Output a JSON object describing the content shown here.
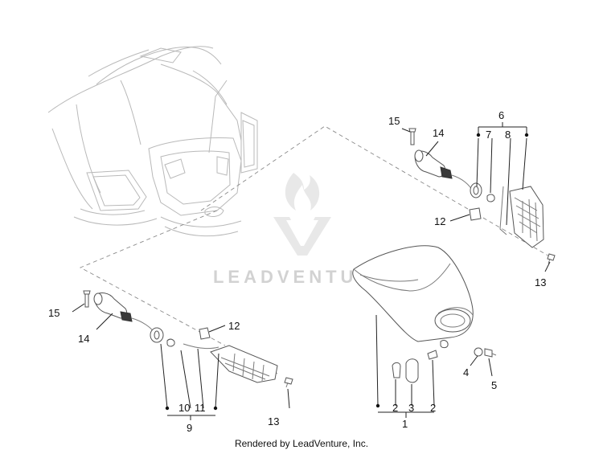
{
  "watermark": {
    "brand": "LEADVENTURE"
  },
  "footer": {
    "credit": "Rendered by LeadVenture, Inc."
  },
  "callouts": {
    "c1": "1",
    "c2a": "2",
    "c2b": "2",
    "c3": "3",
    "c4": "4",
    "c5": "5",
    "c6": "6",
    "c7": "7",
    "c8": "8",
    "c9": "9",
    "c10": "10",
    "c11": "11",
    "c12a": "12",
    "c12b": "12",
    "c13a": "13",
    "c13b": "13",
    "c14a": "14",
    "c14b": "14",
    "c15a": "15",
    "c15b": "15"
  }
}
